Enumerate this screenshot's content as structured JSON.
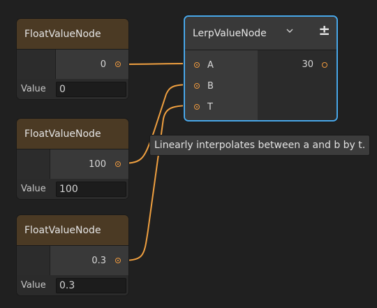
{
  "nodes": {
    "float1": {
      "title": "FloatValueNode",
      "output_value": "0",
      "field_label": "Value",
      "field_value": "0"
    },
    "float2": {
      "title": "FloatValueNode",
      "output_value": "100",
      "field_label": "Value",
      "field_value": "100"
    },
    "float3": {
      "title": "FloatValueNode",
      "output_value": "0.3",
      "field_label": "Value",
      "field_value": "0.3"
    },
    "lerp": {
      "title": "LerpValueNode",
      "collapse_icon": "chevron-down-icon",
      "add_remove_icon": "plus-minus-icon",
      "plus_minus_symbol": "±",
      "inputs": [
        {
          "label": "A"
        },
        {
          "label": "B"
        },
        {
          "label": "T"
        }
      ],
      "output_value": "30"
    }
  },
  "tooltip": {
    "text": "Linearly interpolates between a and b by t."
  },
  "colors": {
    "wire": "#f0a040",
    "selection": "#49a8ea",
    "header": "#4b3a24"
  }
}
